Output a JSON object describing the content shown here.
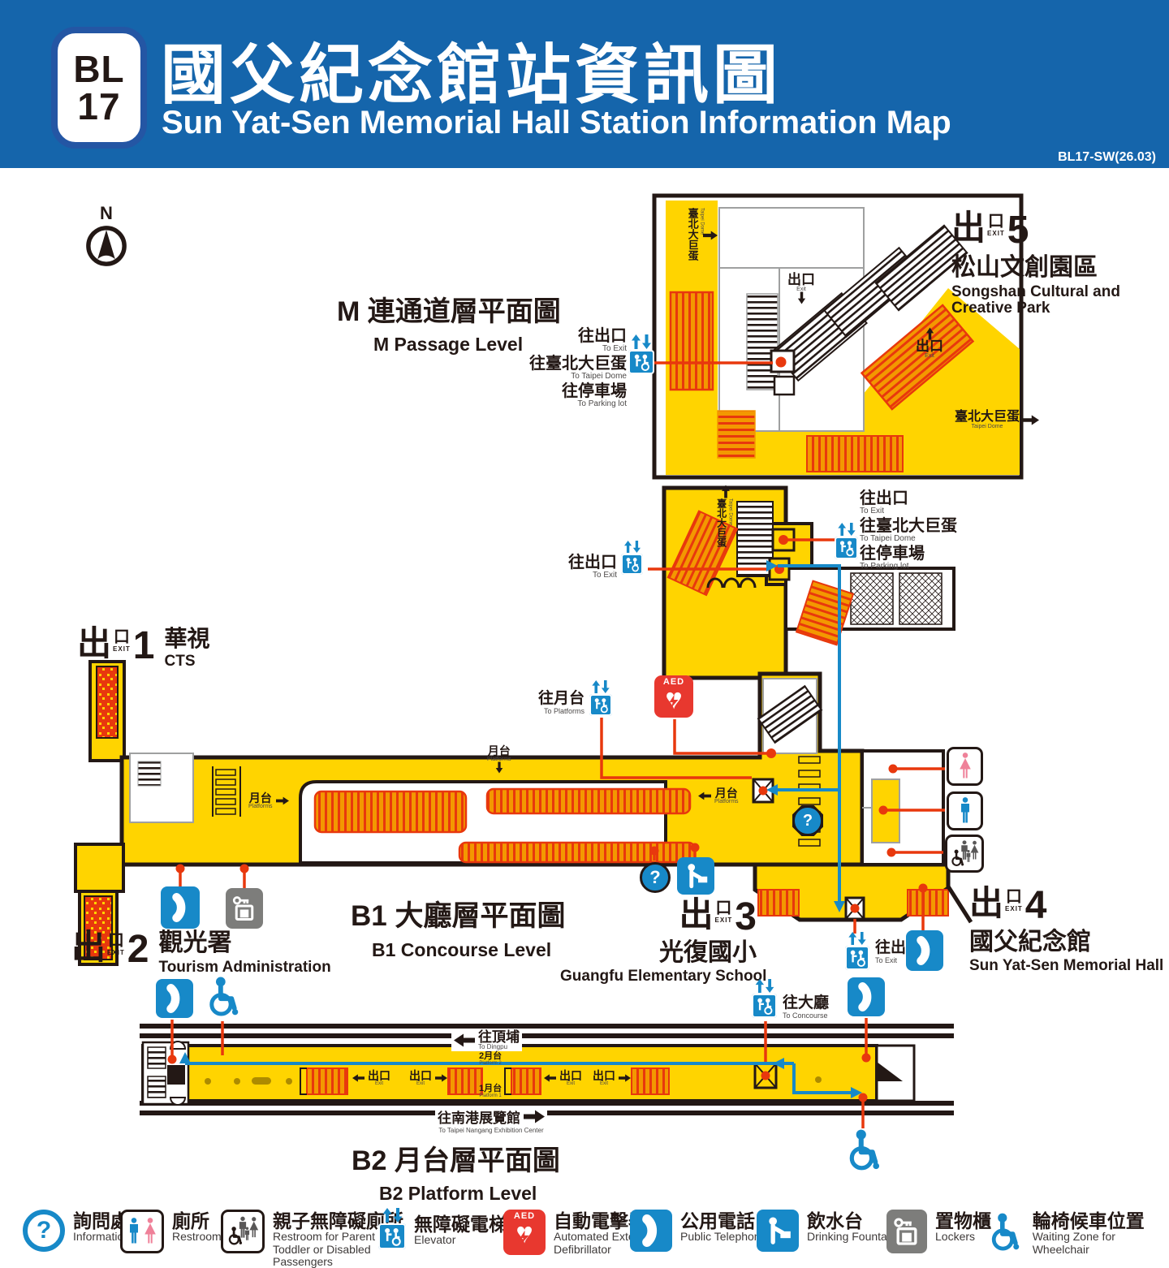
{
  "colors": {
    "header_blue": "#1565ab",
    "map_yellow": "#ffd400",
    "icon_blue": "#1789c8",
    "alert_red": "#e8380d",
    "wall_dark": "#231815",
    "woman_pink": "#ef8199",
    "gray_icon": "#7d7d7b"
  },
  "icons": {
    "question_mark": "?",
    "aed_label": "AED"
  },
  "compass": {
    "label": "N"
  },
  "header": {
    "badge_line": "BL",
    "badge_number": "17",
    "title_zh": "國父紀念館站資訊圖",
    "title_en": "Sun Yat-Sen Memorial Hall Station Information Map",
    "version": "BL17-SW(26.03)"
  },
  "exit_badge": {
    "chu": "出",
    "kou": "口",
    "exit": "EXIT"
  },
  "m_level": {
    "title_zh": "M 連通道層平面圖",
    "title_en": "M Passage Level",
    "dome_vertical": {
      "zh": "臺北大巨蛋",
      "en": "Taipei Dome"
    },
    "exit_small": {
      "zh": "出口",
      "en": "Exit"
    },
    "to_exit": {
      "zh": "往出口",
      "en": "To Exit"
    },
    "to_dome": {
      "zh": "往臺北大巨蛋",
      "en": "To Taipei Dome"
    },
    "to_parking": {
      "zh": "往停車場",
      "en": "To Parking lot"
    },
    "dome_br": {
      "zh": "臺北大巨蛋",
      "en": "Taipei Dome"
    },
    "exit5": {
      "num": "5",
      "name_zh": "松山文創園區",
      "name_en1": "Songshan Cultural and",
      "name_en2": "Creative Park"
    }
  },
  "upper_level": {
    "to_exit": {
      "zh": "往出口",
      "en": "To Exit"
    },
    "dome_vertical": {
      "zh": "臺北大巨蛋",
      "en": "Taipei Dome"
    },
    "right": {
      "to_exit": {
        "zh": "往出口",
        "en": "To Exit"
      },
      "to_dome": {
        "zh": "往臺北大巨蛋",
        "en": "To Taipei Dome"
      },
      "to_parking": {
        "zh": "往停車場",
        "en": "To Parking lot"
      }
    }
  },
  "b1": {
    "title_zh": "B1 大廳層平面圖",
    "title_en": "B1 Concourse Level",
    "to_platforms": {
      "zh": "往月台",
      "en": "To Platforms"
    },
    "platform_label": {
      "zh": "月台",
      "en": "Platforms"
    },
    "to_exit": {
      "zh": "往出口",
      "en": "To Exit"
    },
    "exit1": {
      "num": "1",
      "name_zh": "華視",
      "name_en": "CTS"
    },
    "exit2": {
      "num": "2",
      "name_zh": "觀光署",
      "name_en": "Tourism Administration"
    },
    "exit3": {
      "num": "3",
      "name_zh": "光復國小",
      "name_en": "Guangfu Elementary School"
    },
    "exit4": {
      "num": "4",
      "name_zh": "國父紀念館",
      "name_en": "Sun Yat-Sen Memorial Hall"
    }
  },
  "b2": {
    "title_zh": "B2 月台層平面圖",
    "title_en": "B2 Platform Level",
    "to_concourse": {
      "zh": "往大廳",
      "en": "To Concourse"
    },
    "to_dingpu": {
      "zh": "往頂埔",
      "en": "To Dingpu"
    },
    "to_nangang": {
      "zh": "往南港展覽館",
      "en": "To Taipei Nangang Exhibition Center"
    },
    "platform2": {
      "zh": "2月台",
      "en": "Platform 2"
    },
    "platform1": {
      "zh": "1月台",
      "en": "Platform 1"
    },
    "exit_small": {
      "zh": "出口",
      "en": "Exit"
    }
  },
  "legend": {
    "items": [
      {
        "id": "information",
        "zh": "詢問處",
        "en": "Information"
      },
      {
        "id": "restroom",
        "zh": "廁所",
        "en": "Restroom"
      },
      {
        "id": "accessible-restroom",
        "zh": "親子無障礙廁所",
        "en": "Restroom for Parent with Toddler or Disabled Passengers"
      },
      {
        "id": "elevator",
        "zh": "無障礙電梯",
        "en": "Elevator"
      },
      {
        "id": "aed",
        "zh": "自動電擊器",
        "en": "Automated External Defibrillator"
      },
      {
        "id": "public-telephone",
        "zh": "公用電話",
        "en": "Public Telephone"
      },
      {
        "id": "drinking-fountain",
        "zh": "飲水台",
        "en": "Drinking Fountain"
      },
      {
        "id": "lockers",
        "zh": "置物櫃",
        "en": "Lockers"
      },
      {
        "id": "wheelchair",
        "zh": "輪椅候車位置",
        "en": "Waiting Zone for Wheelchair"
      }
    ]
  }
}
